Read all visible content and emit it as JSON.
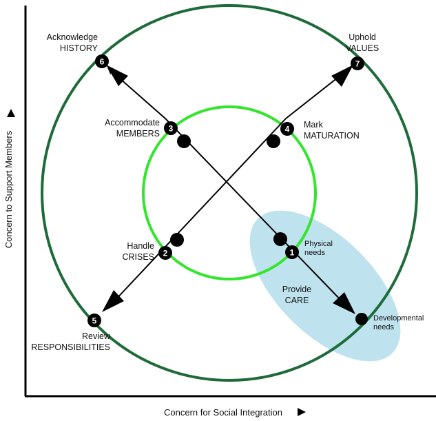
{
  "axes": {
    "x_label": "Concern for Social Integration",
    "y_label": "Concern to Support Members"
  },
  "colors": {
    "outer_circle": "#1e6b3a",
    "inner_circle": "#33e52c",
    "care_ellipse": "#bfe3ee",
    "ink": "#000000"
  },
  "nodes": [
    {
      "num": "1",
      "line1": "Physical",
      "line2": "needs"
    },
    {
      "num": "2",
      "line1": "Handle",
      "line2": "CRISES"
    },
    {
      "num": "3",
      "line1": "Accommodate",
      "line2": "MEMBERS"
    },
    {
      "num": "4",
      "line1": "Mark",
      "line2": "MATURATION"
    },
    {
      "num": "5",
      "line1": "Review",
      "line2": "RESPONSIBILITIES"
    },
    {
      "num": "6",
      "line1": "Acknowledge",
      "line2": "HISTORY"
    },
    {
      "num": "7",
      "line1": "Uphold",
      "line2": "VALUES"
    }
  ],
  "care_label": {
    "line1": "Provide",
    "line2": "CARE"
  },
  "developmental": {
    "line1": "Developmental",
    "line2": "needs"
  }
}
